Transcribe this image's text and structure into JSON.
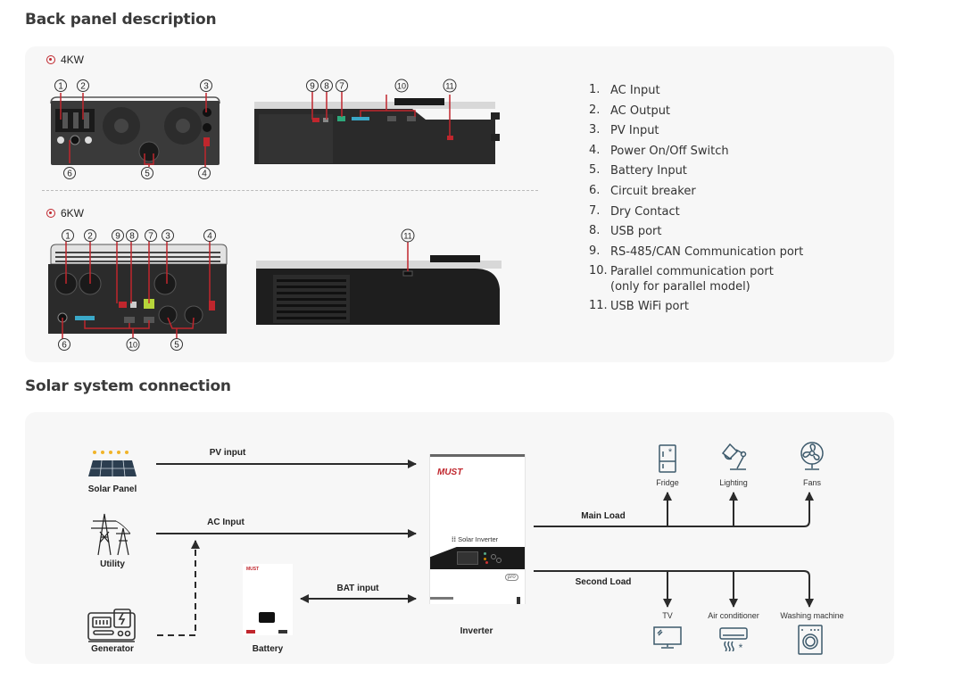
{
  "sections": {
    "back_panel": {
      "title": "Back panel description",
      "models": [
        {
          "label": "4KW",
          "rear_callouts": [
            "1",
            "2",
            "3",
            "6",
            "5",
            "4"
          ],
          "side_callouts": [
            "9",
            "8",
            "7",
            "10",
            "11"
          ]
        },
        {
          "label": "6KW",
          "rear_callouts": [
            "1",
            "2",
            "9",
            "8",
            "7",
            "3",
            "4",
            "6",
            "10",
            "5"
          ],
          "side_callouts": [
            "11"
          ]
        }
      ],
      "legend": [
        {
          "num": "1.",
          "text": "AC Input"
        },
        {
          "num": "2.",
          "text": "AC Output"
        },
        {
          "num": "3.",
          "text": "PV Input"
        },
        {
          "num": "4.",
          "text": "Power On/Off Switch"
        },
        {
          "num": "5.",
          "text": "Battery Input"
        },
        {
          "num": "6.",
          "text": "Circuit breaker"
        },
        {
          "num": "7.",
          "text": "Dry Contact"
        },
        {
          "num": "8.",
          "text": "USB port"
        },
        {
          "num": "9.",
          "text": "RS-485/CAN Communication port"
        },
        {
          "num": "10.",
          "text": "Parallel communication port\n(only for parallel model)"
        },
        {
          "num": "11.",
          "text": "USB WiFi port"
        }
      ]
    },
    "solar_connection": {
      "title": "Solar system connection",
      "sources": {
        "solar_panel": "Solar Panel",
        "utility": "Utility",
        "generator": "Generator",
        "battery": "Battery",
        "inverter": "Inverter"
      },
      "links": {
        "pv_input": "PV input",
        "ac_input": "AC Input",
        "bat_input": "BAT input",
        "main_load": "Main Load",
        "second_load": "Second Load"
      },
      "main_loads": [
        "Fridge",
        "Lighting",
        "Fans"
      ],
      "second_loads": [
        "TV",
        "Air conditioner",
        "Washing machine"
      ],
      "inverter_brand": "MUST",
      "inverter_name": "Solar Inverter",
      "inverter_badge": "pro",
      "battery_brand": "MUST"
    }
  },
  "colors": {
    "accent_red": "#c0262d",
    "panel_bg": "#f7f7f7",
    "device_dark": "#2a2a2a",
    "line": "#2b2b2b",
    "icon_blue": "#3d5a6c"
  }
}
